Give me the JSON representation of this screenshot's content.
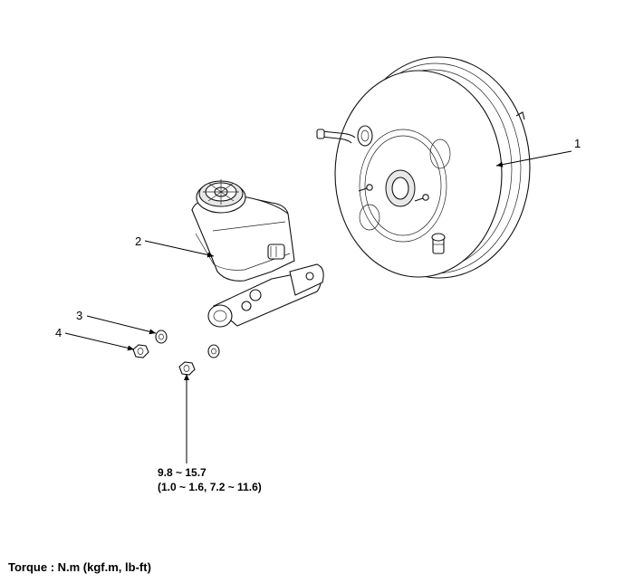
{
  "callouts": {
    "part_1": "1",
    "part_2": "2",
    "part_3": "3",
    "part_4": "4"
  },
  "torque_spec": {
    "value_nm": "9.8 ~ 15.7",
    "value_alt": "(1.0 ~ 1.6, 7.2 ~ 11.6)"
  },
  "legend": {
    "torque_units": "Torque : N.m (kgf.m, lb-ft)"
  }
}
